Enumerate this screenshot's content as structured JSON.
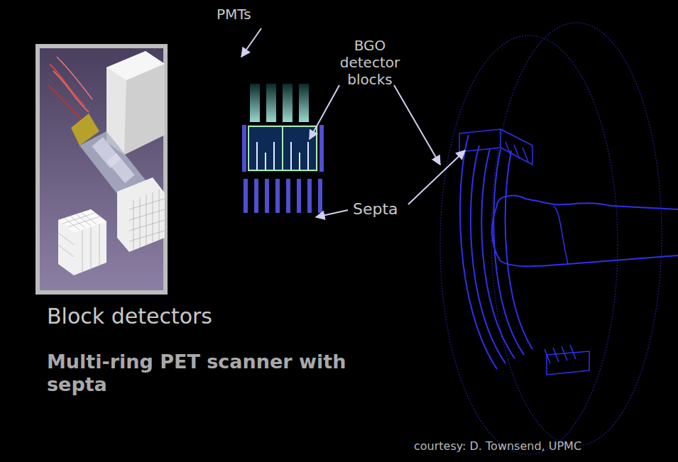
{
  "diagram": {
    "title": "Multi-ring PET scanner with septa",
    "labels": [
      "PMTs",
      "BGO detector blocks",
      "Septa",
      "Block detectors",
      "courtesy: D. Townsend, UPMC"
    ]
  }
}
